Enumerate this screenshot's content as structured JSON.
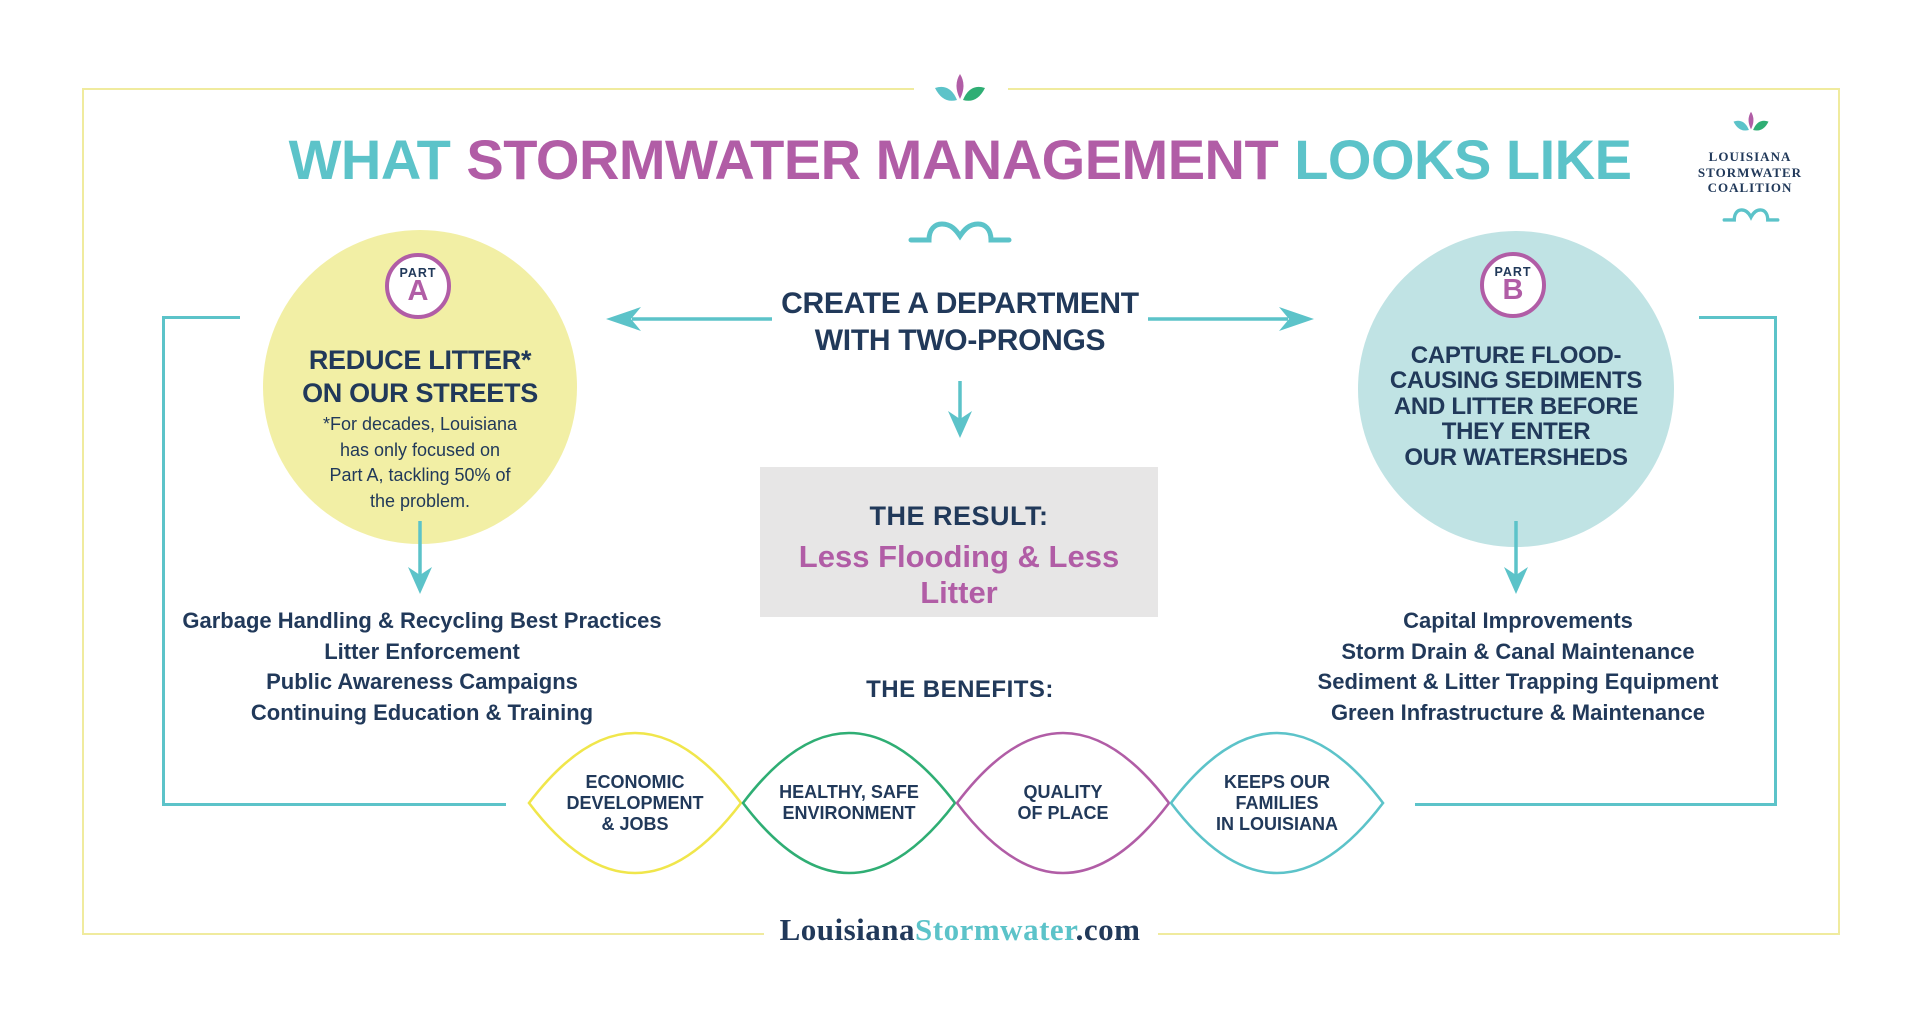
{
  "colors": {
    "teal": "#5cc3c9",
    "navy": "#21395a",
    "magenta": "#b15da6",
    "green": "#2fae74",
    "yellow": "#f0e64b",
    "pale_yellow": "#f2efa5",
    "pale_teal": "#c0e3e4",
    "gray": "#e7e6e6",
    "frame_yellow": "#f0eb9e"
  },
  "icons": {
    "sprout": "sprout-icon (three leaves: teal, magenta, green)",
    "wave": "double-wave-icon",
    "arrow": "arrow-icon"
  },
  "title": {
    "part1": "WHAT",
    "part2": "STORMWATER MANAGEMENT",
    "part3": "LOOKS LIKE"
  },
  "logo": {
    "line1": "LOUISIANA",
    "line2": "STORMWATER",
    "line3": "COALITION"
  },
  "center": {
    "heading_line1": "CREATE A DEPARTMENT",
    "heading_line2": "WITH TWO-PRONGS",
    "result_label": "THE RESULT:",
    "result_text": "Less Flooding & Less Litter",
    "benefits_label": "THE BENEFITS:"
  },
  "part_a": {
    "badge_label": "PART",
    "badge_letter": "A",
    "heading_lines": [
      "REDUCE LITTER*",
      "ON OUR STREETS"
    ],
    "footnote_lines": [
      "*For decades, Louisiana",
      "has only focused on",
      "Part A, tackling 50% of",
      "the problem."
    ],
    "items": [
      "Garbage Handling & Recycling Best Practices",
      "Litter Enforcement",
      "Public Awareness Campaigns",
      "Continuing Education & Training"
    ]
  },
  "part_b": {
    "badge_label": "PART",
    "badge_letter": "B",
    "heading_lines": [
      "CAPTURE FLOOD-",
      "CAUSING SEDIMENTS",
      "AND LITTER BEFORE",
      "THEY ENTER",
      "OUR WATERSHEDS"
    ],
    "items": [
      "Capital Improvements",
      "Storm Drain & Canal Maintenance",
      "Sediment & Litter Trapping Equipment",
      "Green Infrastructure & Maintenance"
    ]
  },
  "benefits": {
    "items": [
      {
        "color": "#f0e64b",
        "lines": [
          "ECONOMIC",
          "DEVELOPMENT",
          "& JOBS"
        ]
      },
      {
        "color": "#2fae74",
        "lines": [
          "HEALTHY, SAFE",
          "ENVIRONMENT"
        ]
      },
      {
        "color": "#b15da6",
        "lines": [
          "QUALITY",
          "OF PLACE"
        ]
      },
      {
        "color": "#5cc3c9",
        "lines": [
          "KEEPS OUR",
          "FAMILIES",
          "IN LOUISIANA"
        ]
      }
    ]
  },
  "footer": {
    "part1": "Louisiana",
    "part2": "Stormwater",
    "part3": ".com"
  }
}
